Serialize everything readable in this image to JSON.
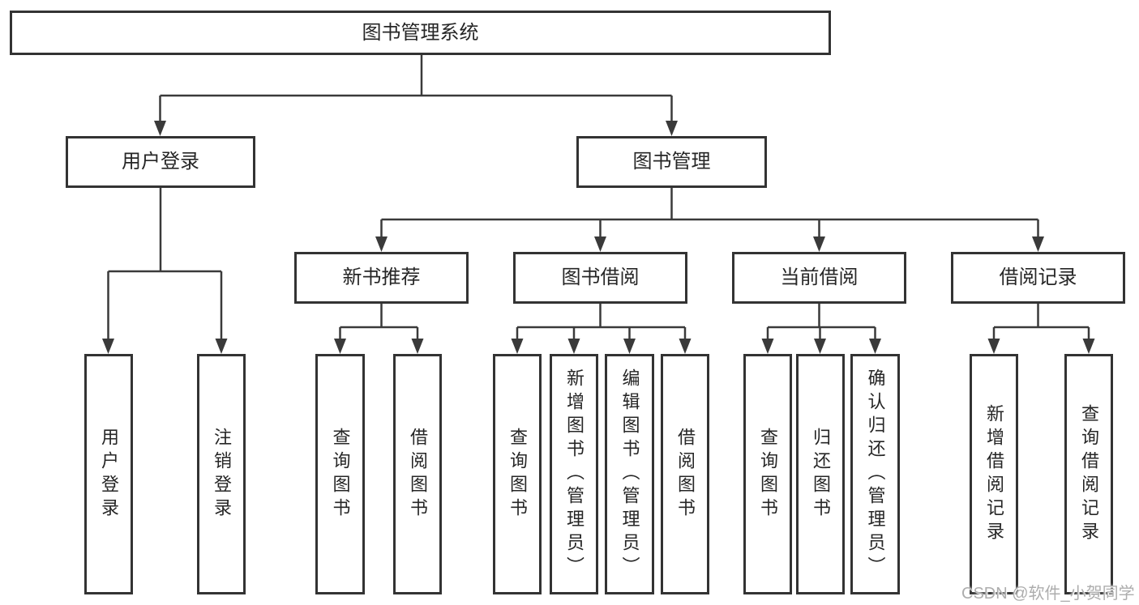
{
  "colors": {
    "background": "#ffffff",
    "border": "#333333",
    "line": "#3a3a3a",
    "text": "#262626",
    "watermark": "#adadad"
  },
  "tree": {
    "root": "图书管理系统",
    "branches": [
      {
        "label": "用户登录",
        "children": [
          "用户登录",
          "注销登录"
        ]
      },
      {
        "label": "图书管理",
        "groups": [
          {
            "label": "新书推荐",
            "children": [
              "查询图书",
              "借阅图书"
            ]
          },
          {
            "label": "图书借阅",
            "children": [
              "查询图书",
              "新增图书（管理员）",
              "编辑图书（管理员）",
              "借阅图书"
            ]
          },
          {
            "label": "当前借阅",
            "children": [
              "查询图书",
              "归还图书",
              "确认归还（管理员）"
            ]
          },
          {
            "label": "借阅记录",
            "children": [
              "新增借阅记录",
              "查询借阅记录"
            ]
          }
        ]
      }
    ]
  },
  "watermark": {
    "text": "CSDN @软件_小贺同学"
  }
}
